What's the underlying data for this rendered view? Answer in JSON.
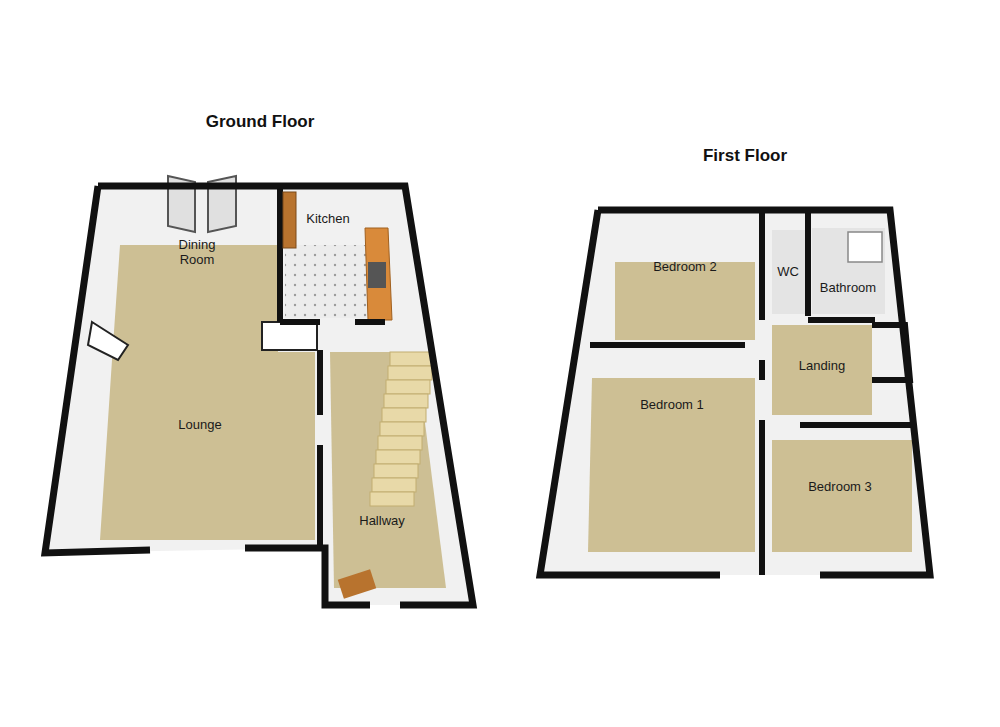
{
  "diagram": {
    "nodes": [
      {
        "text": [
          "Ground Floor"
        ]
      },
      {
        "text": [
          "First Floor"
        ]
      }
    ],
    "labels": [
      "Dining Room",
      "Kitchen",
      "Lounge",
      "Hallway",
      "Bedroom 2",
      "WC",
      "Bathroom",
      "Landing",
      "Bedroom 1",
      "Bedroom 3"
    ]
  }
}
